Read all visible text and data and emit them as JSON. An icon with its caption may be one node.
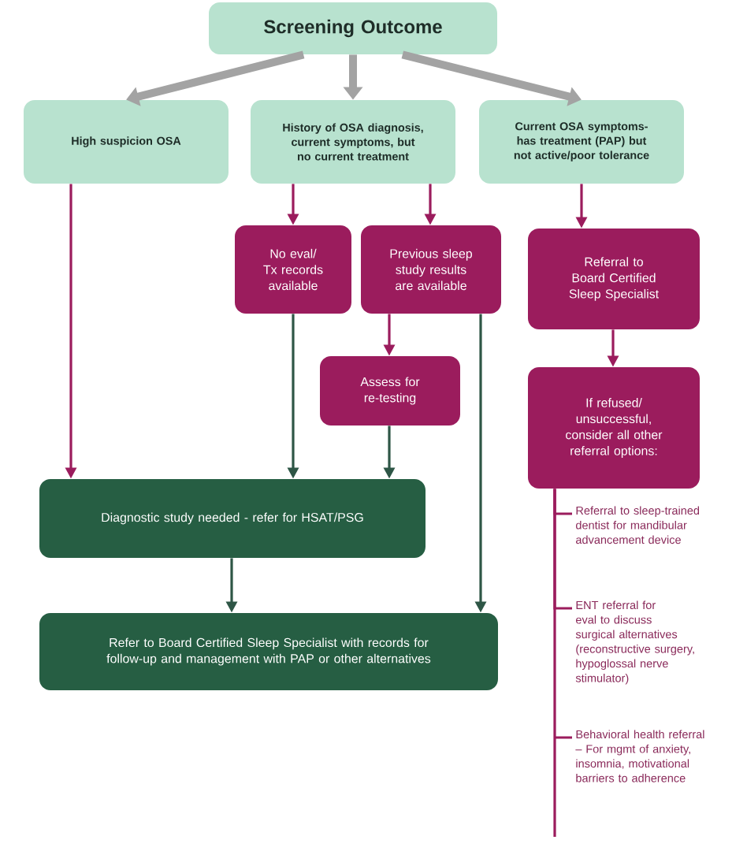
{
  "diagram": {
    "nodes": [
      {
        "text": [
          "Screening Outcome"
        ]
      },
      {
        "text": [
          "High suspicion OSA"
        ]
      },
      {
        "text": [
          "History of OSA diagnosis, current symptoms, but no current treatment"
        ]
      },
      {
        "text": [
          "Current OSA symptoms- has treatment (PAP) but not active/poor tolerance"
        ]
      },
      {
        "text": [
          "No eval/ Tx records available"
        ]
      },
      {
        "text": [
          "Previous sleep study results are available"
        ]
      },
      {
        "text": [
          "Assess for re-testing"
        ]
      },
      {
        "text": [
          "Referral to Board Certified Sleep Specialist"
        ]
      },
      {
        "text": [
          "If refused/ unsuccessful, consider all other referral options:"
        ]
      },
      {
        "text": [
          "Diagnostic study needed - refer for HSAT/PSG"
        ]
      },
      {
        "text": [
          "Refer to Board Certified Sleep Specialist with records for follow-up and management with PAP or other alternatives"
        ]
      },
      {
        "text": [
          "Referral to sleep-trained dentist for mandibular advancement device"
        ]
      },
      {
        "text": [
          "ENT referral for eval to discuss surgical alternatives (reconstructive surgery, hypoglossal nerve stimulator)"
        ]
      },
      {
        "text": [
          "Behavioral health referral – For mgmt of anxiety, insomnia, motivational barriers to adherence"
        ]
      }
    ],
    "edges": [
      {
        "from": 0,
        "to": 1,
        "arrow": "to",
        "style": "thick",
        "color": "#a3a3a3"
      },
      {
        "from": 0,
        "to": 2,
        "arrow": "to",
        "style": "thick",
        "color": "#a3a3a3"
      },
      {
        "from": 0,
        "to": 3,
        "arrow": "to",
        "style": "thick",
        "color": "#a3a3a3"
      },
      {
        "from": 1,
        "to": 9,
        "arrow": "to"
      },
      {
        "from": 2,
        "to": 4,
        "arrow": "to"
      },
      {
        "from": 2,
        "to": 5,
        "arrow": "to"
      },
      {
        "from": 3,
        "to": 7,
        "arrow": "to"
      },
      {
        "from": 4,
        "to": 9,
        "arrow": "to",
        "color": "#2e5646"
      },
      {
        "from": 5,
        "to": 6,
        "arrow": "to"
      },
      {
        "from": 6,
        "to": 9,
        "arrow": "to",
        "color": "#2e5646"
      },
      {
        "from": 5,
        "to": 10,
        "arrow": "to",
        "color": "#2e5646"
      },
      {
        "from": 7,
        "to": 8,
        "arrow": "to"
      },
      {
        "from": 9,
        "to": 10,
        "arrow": "to",
        "color": "#2e5646"
      },
      {
        "from": 8,
        "to": 11,
        "arrow": "none"
      },
      {
        "from": 8,
        "to": 12,
        "arrow": "none"
      },
      {
        "from": 8,
        "to": 13,
        "arrow": "none"
      }
    ]
  }
}
